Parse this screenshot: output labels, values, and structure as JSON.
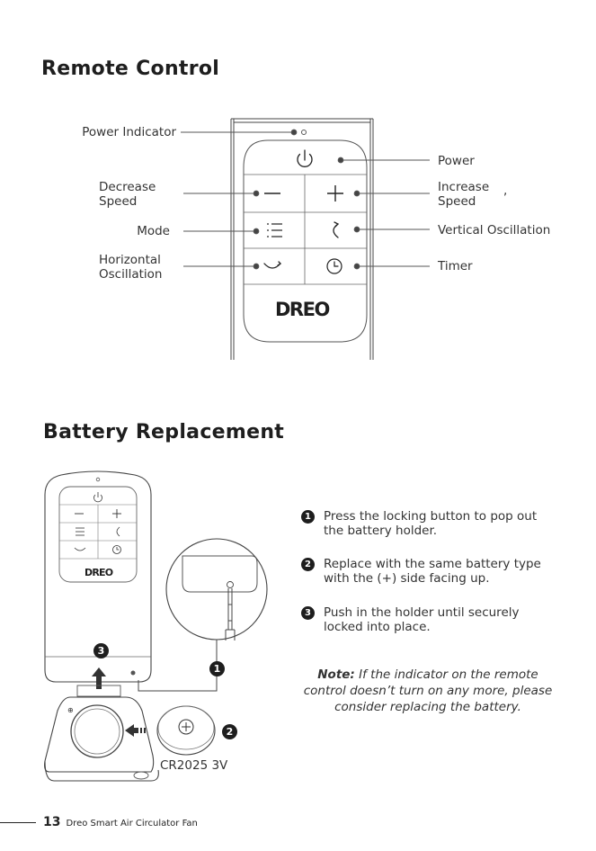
{
  "remote_section": {
    "title": "Remote Control",
    "labels": {
      "power_indicator": "Power Indicator",
      "decrease_speed_1": "Decrease",
      "decrease_speed_2": "Speed",
      "mode": "Mode",
      "horizontal_osc_1": "Horizontal",
      "horizontal_osc_2": "Oscillation",
      "power": "Power",
      "increase_speed_1": "Increase",
      "increase_speed_2": "Speed",
      "increase_comma": ",",
      "vertical_osc": "Vertical Oscillation",
      "timer": "Timer"
    },
    "brand": "DREO"
  },
  "battery_section": {
    "title": "Battery Replacement",
    "battery_label": "CR2025 3V",
    "brand_small": "DREO",
    "steps": [
      {
        "num": "1",
        "text": "Press the locking button to pop out the battery holder."
      },
      {
        "num": "2",
        "text": "Replace with the same battery type with the (+) side facing up."
      },
      {
        "num": "3",
        "text": "Push in the holder until securely locked into place."
      }
    ],
    "diagram_badges": [
      "1",
      "2",
      "3"
    ],
    "note_label": "Note:",
    "note_text": " If the indicator on the remote control doesn’t turn on any more, please consider replacing the battery."
  },
  "footer": {
    "page_number": "13",
    "product": "Dreo Smart Air Circulator Fan"
  },
  "colors": {
    "ink": "#1e1e1e",
    "line": "#555555"
  }
}
